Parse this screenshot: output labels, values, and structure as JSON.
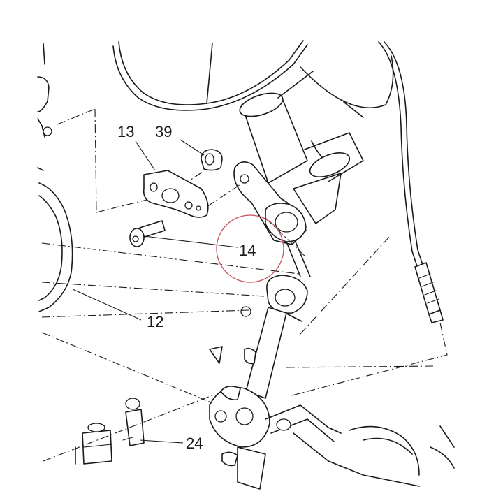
{
  "callouts": {
    "c13": "13",
    "c39": "39",
    "c14": "14",
    "c12": "12",
    "c24": "24"
  },
  "colors": {
    "ink": "#1a1a1a",
    "highlight": "#c8505a",
    "background": "#ffffff"
  }
}
